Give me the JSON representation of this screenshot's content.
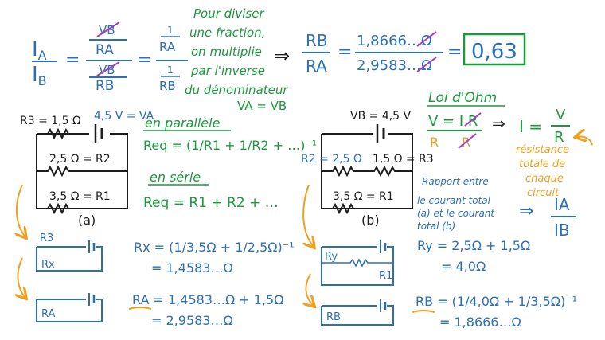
{
  "colors": {
    "blue": "#2d6fb5",
    "black": "#1c1c1c",
    "green": "#1a9a3c",
    "purple": "#a23cc7",
    "orange": "#f0a020",
    "teal": "#178a8a"
  },
  "top": {
    "ia": "I",
    "ia_sub": "A",
    "ib": "I",
    "ib_sub": "B",
    "vb_struck": "VB",
    "ra": "RA",
    "va_struck": "VB",
    "rb": "RB",
    "one": "1",
    "ra2": "RA",
    "rb2": "RB",
    "note": [
      "Pour diviser",
      "une fraction,",
      "on multiplie",
      "par l'inverse",
      "du dénominateur"
    ],
    "va_eq_vb": "VA = VB",
    "arrow": "⇒",
    "rb3": "RB",
    "ra3": "RA",
    "num_value": "1,8666…Ω",
    "den_value": "2,9583…Ω",
    "result": "0,63"
  },
  "circuit_a": {
    "r3": "R3 = 1,5 Ω",
    "battery": "4,5 V = VA",
    "r2": "2,5 Ω = R2",
    "r1": "3,5 Ω = R1",
    "label": "(a)"
  },
  "parallel": {
    "title": "en parallèle",
    "formula": "Req = (1/R1 + 1/R2 + …)⁻¹"
  },
  "series": {
    "title": "en série",
    "formula": "Req = R1 + R2 + …"
  },
  "steps_a": {
    "r3": "R3",
    "rx": "Rx",
    "ra": "RA",
    "rx_formula": "Rx = (1/3,5Ω + 1/2,5Ω)⁻¹",
    "rx_value": "= 1,4583…Ω",
    "ra_formula": "RA = 1,4583…Ω + 1,5Ω",
    "ra_value": "= 2,9583…Ω"
  },
  "circuit_b": {
    "vb": "VB = 4,5 V",
    "r2": "R2 = 2,5 Ω",
    "r3": "1,5 Ω = R3",
    "r1": "3,5 Ω = R1",
    "label": "(b)"
  },
  "ohm": {
    "title": "Loi d'Ohm",
    "law": "V = I R",
    "cross_r": "R",
    "cross_r2": "R",
    "arrow": "⇒",
    "i_eq": "I =",
    "v": "V",
    "r": "R",
    "note": [
      "résistance",
      "totale de",
      "chaque",
      "circuit"
    ]
  },
  "ratio": {
    "note": [
      "Rapport entre",
      "le courant total",
      "(a) et le courant",
      "total (b)"
    ],
    "arrow": "⇒",
    "ia": "IA",
    "ib": "IB"
  },
  "steps_b": {
    "ry": "Ry",
    "r1": "R1",
    "rb": "RB",
    "ry_formula": "Ry = 2,5Ω + 1,5Ω",
    "ry_value": "= 4,0Ω",
    "rb_formula": "RB = (1/4,0Ω + 1/3,5Ω)⁻¹",
    "rb_value": "= 1,8666…Ω"
  }
}
